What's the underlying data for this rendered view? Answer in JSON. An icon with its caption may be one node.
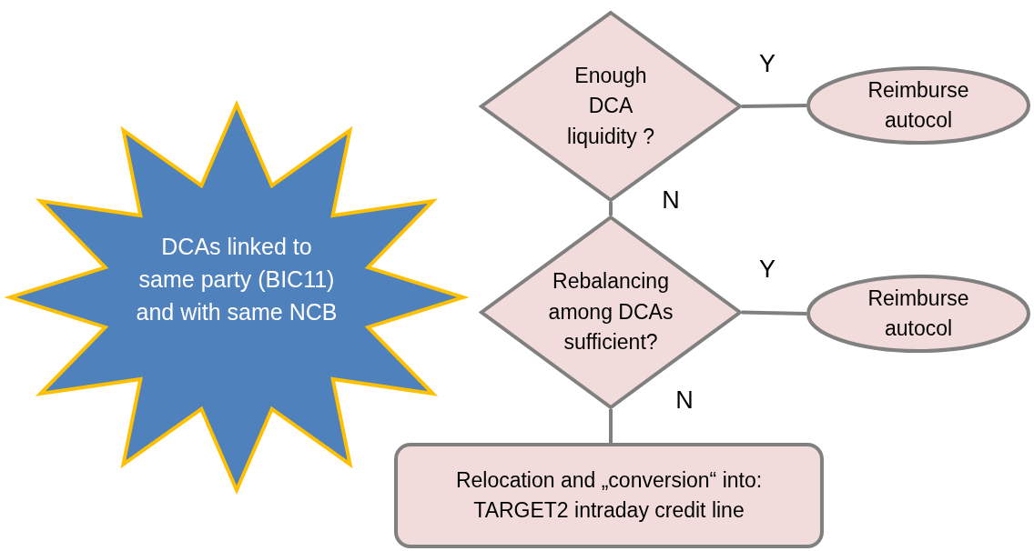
{
  "diagram": {
    "nodes": [
      {
        "text": [
          "DCAs linked to same party (BIC11) and with same NCB"
        ]
      },
      {
        "text": [
          "Enough DCA liquidity ?"
        ]
      },
      {
        "text": [
          "Reimburse autocol"
        ]
      },
      {
        "text": [
          "Rebalancing among DCAs sufficient?"
        ]
      },
      {
        "text": [
          "Reimburse autocol"
        ]
      },
      {
        "text": [
          "Relocation and „conversion“ into: TARGET2 intraday credit line"
        ]
      }
    ],
    "edges": [
      {
        "from": 1,
        "to": 2,
        "arrow": "none",
        "label": "Y"
      },
      {
        "from": 1,
        "to": 3,
        "arrow": "none",
        "label": "N"
      },
      {
        "from": 3,
        "to": 4,
        "arrow": "none",
        "label": "Y"
      },
      {
        "from": 3,
        "to": 5,
        "arrow": "none",
        "label": "N"
      }
    ]
  }
}
